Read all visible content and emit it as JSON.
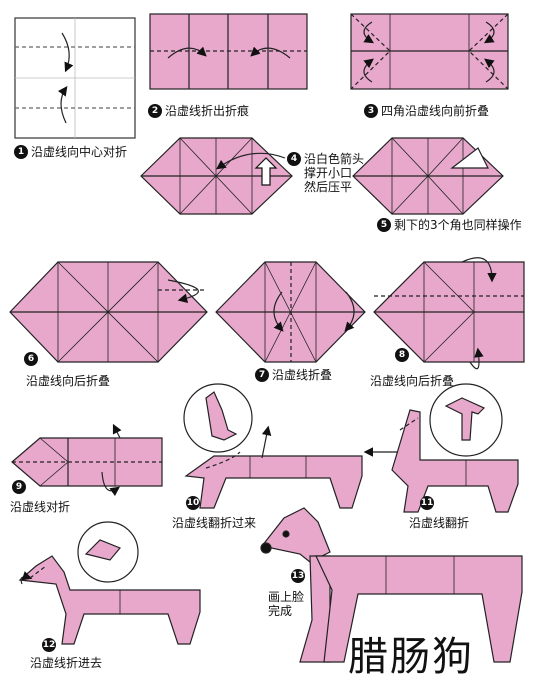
{
  "title": "腊肠狗",
  "colors": {
    "paper": "#e8a8cc",
    "edge": "#222222",
    "crease": "#666666",
    "accent": "#ffffff"
  },
  "steps": [
    {
      "num": "1",
      "text": "沿虚线向中心对折"
    },
    {
      "num": "2",
      "text": "沿虚线折出折痕"
    },
    {
      "num": "3",
      "text": "四角沿虚线向前折叠"
    },
    {
      "num": "4",
      "lines": [
        "沿白色箭头",
        "撑开小口",
        "然后压平"
      ]
    },
    {
      "num": "5",
      "text": "剩下的3个角也同样操作"
    },
    {
      "num": "6",
      "text": "沿虚线向后折叠"
    },
    {
      "num": "7",
      "text": "沿虚线折叠"
    },
    {
      "num": "8",
      "text": "沿虚线向后折叠"
    },
    {
      "num": "9",
      "text": "沿虚线对折"
    },
    {
      "num": "10",
      "text": "沿虚线翻折过来"
    },
    {
      "num": "11",
      "text": "沿虚线翻折"
    },
    {
      "num": "12",
      "text": "沿虚线折进去"
    },
    {
      "num": "13",
      "lines": [
        "画上脸",
        "完成"
      ]
    }
  ]
}
